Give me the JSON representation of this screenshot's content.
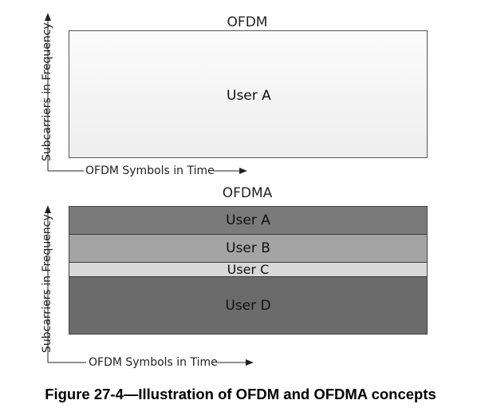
{
  "ofdm": {
    "title": "OFDM",
    "user": "User A",
    "ylabel": "Subcarriers in Frequency",
    "xlabel": "OFDM Symbols in Time"
  },
  "ofdma": {
    "title": "OFDMA",
    "ylabel": "Subcarriers in Frequency",
    "xlabel": "OFDM Symbols in Time",
    "bands": [
      {
        "label": "User A",
        "color": "#7a7a7a"
      },
      {
        "label": "User B",
        "color": "#a4a4a4"
      },
      {
        "label": "User C",
        "color": "#d8d8d8"
      },
      {
        "label": "User D",
        "color": "#6b6b6b"
      }
    ]
  },
  "caption": "Figure 27-4—Illustration of OFDM and OFDMA concepts"
}
